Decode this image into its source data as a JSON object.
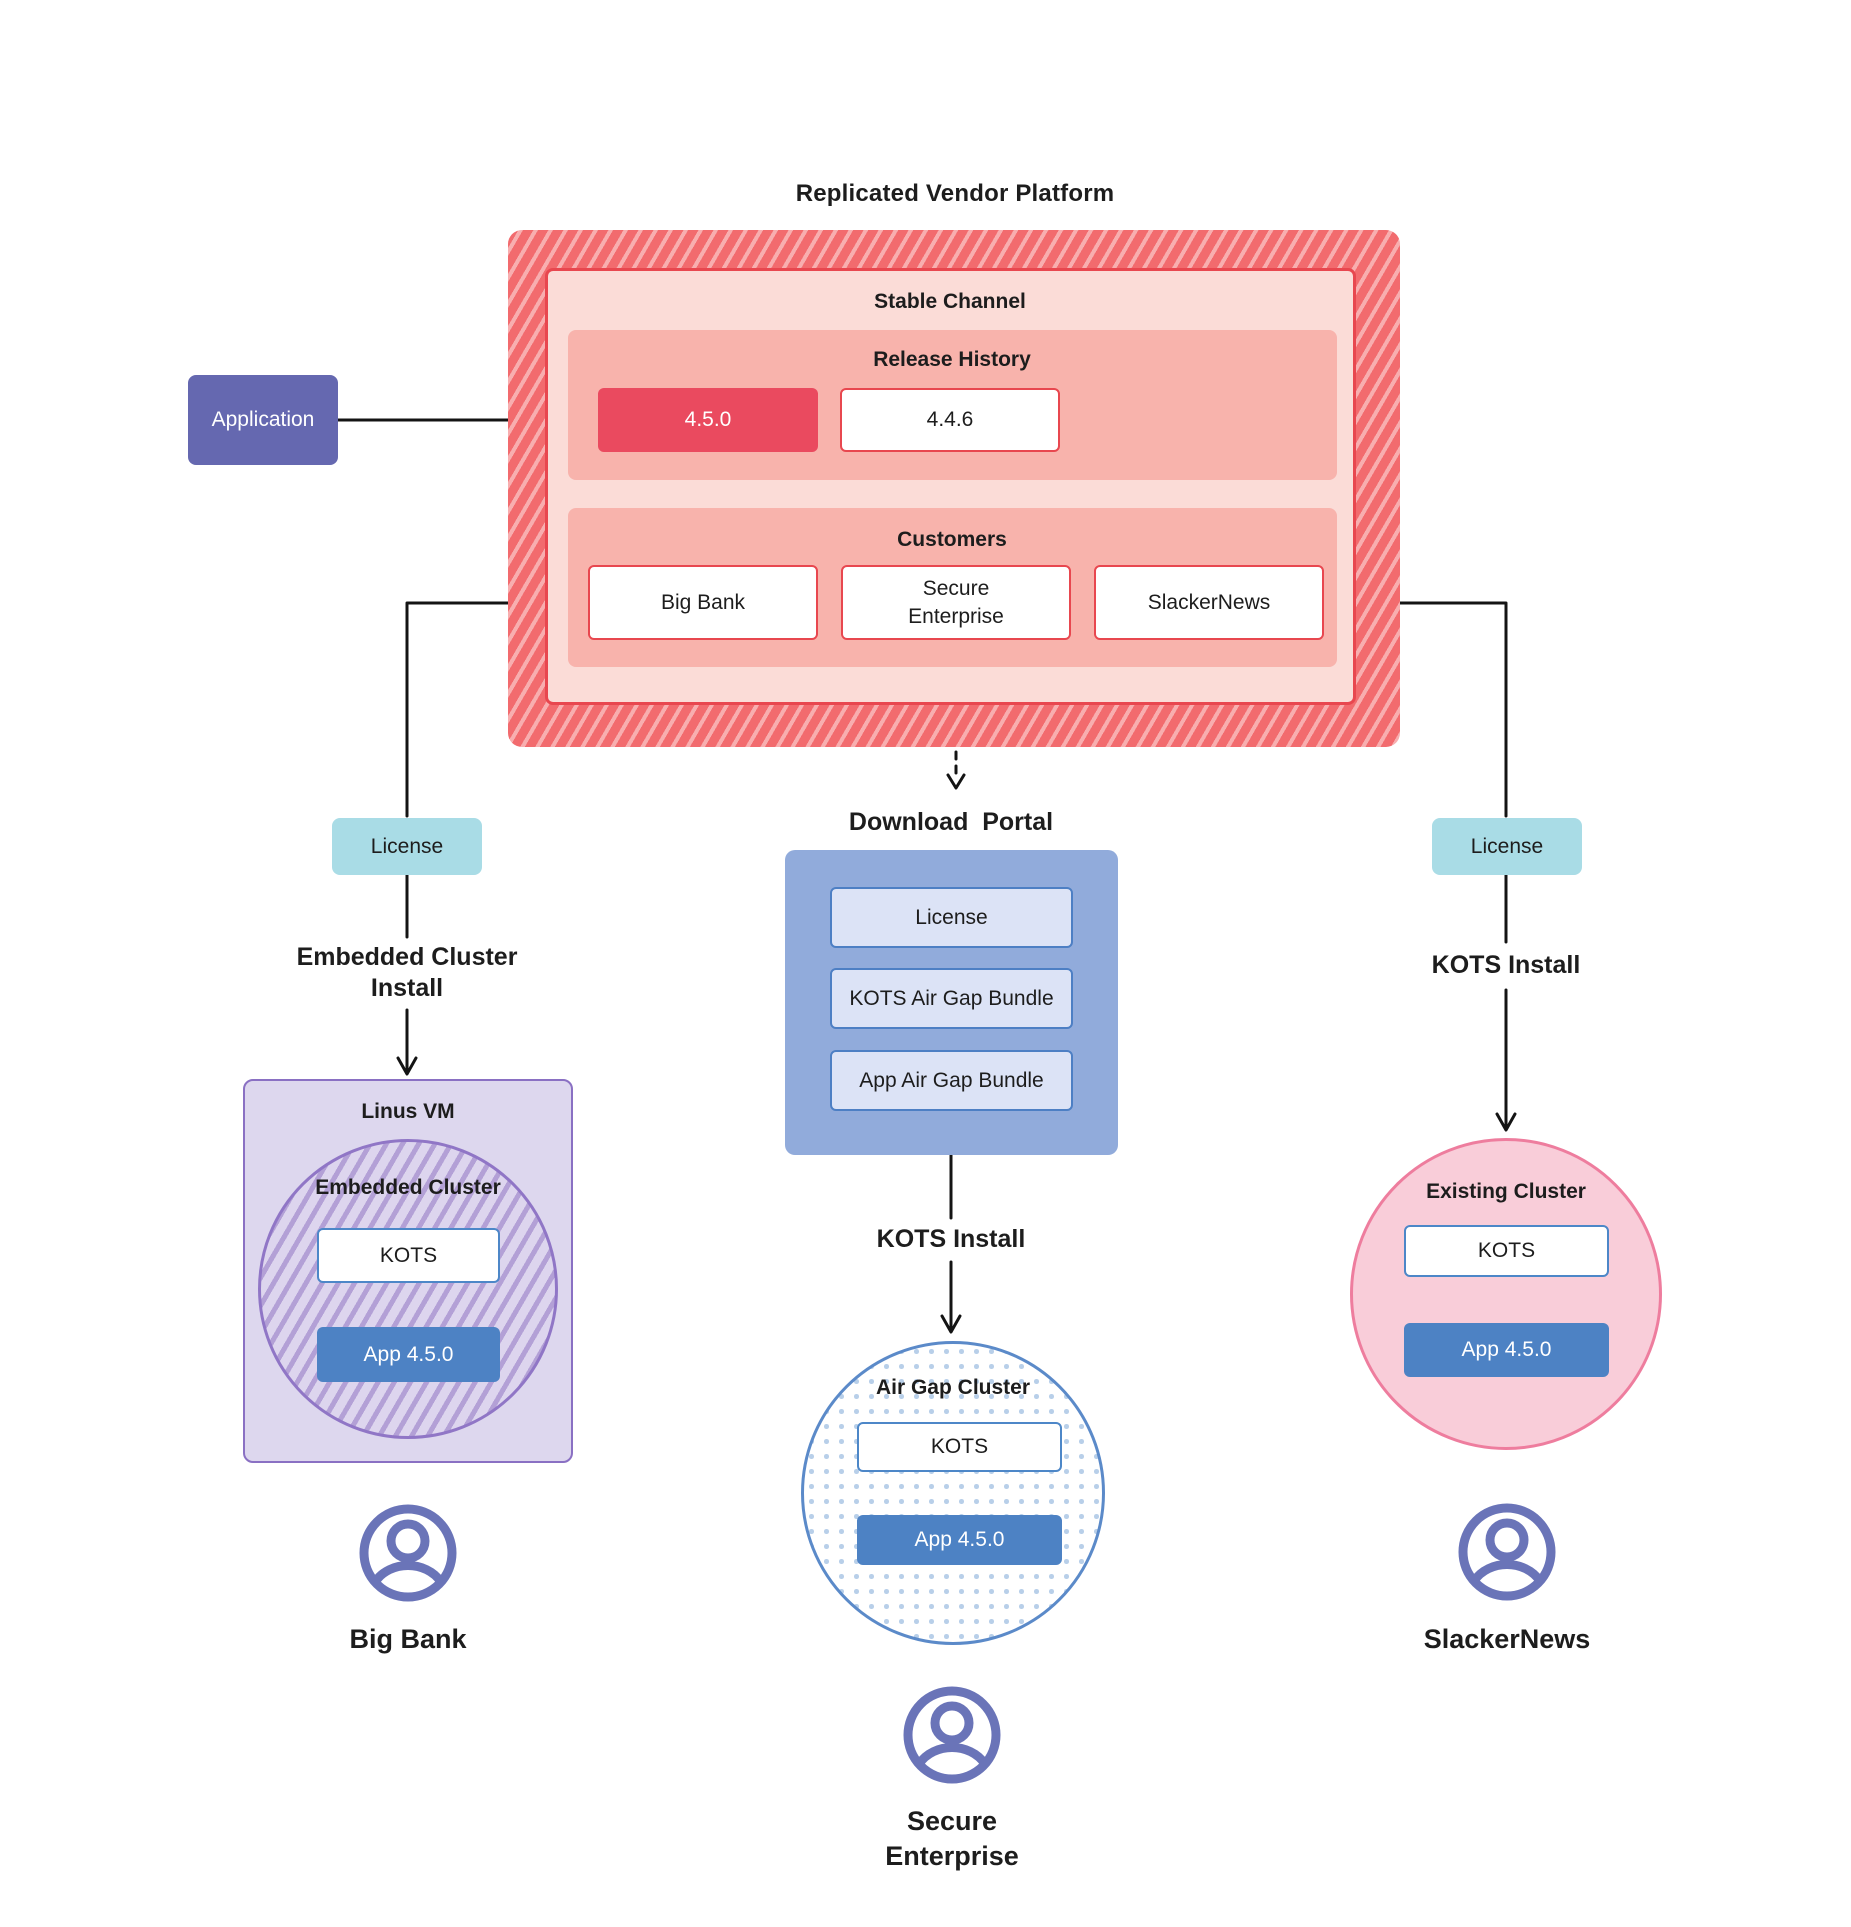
{
  "title": "Replicated Vendor Platform",
  "colors": {
    "platform_hatch_red": "#f26b6e",
    "stable_channel_bg": "#fbdcd7",
    "stable_channel_border": "#e8474f",
    "salmon_section_bg": "#f8b3ac",
    "release_highlight_bg": "#ea4a5f",
    "application_purple": "#6568b0",
    "license_cyan": "#a9dce6",
    "portal_blue": "#91abdb",
    "portal_item_bg": "#dce3f6",
    "app_node_blue": "#4d82c4",
    "linus_vm_purple": "#ddd7ee",
    "existing_cluster_pink": "#f9cdd9",
    "user_icon_indigo": "#6a74b8"
  },
  "platform": {
    "stable_channel_label": "Stable Channel",
    "release_history": {
      "label": "Release History",
      "releases": [
        {
          "version": "4.5.0",
          "highlighted": true
        },
        {
          "version": "4.4.6",
          "highlighted": false
        }
      ]
    },
    "customers": {
      "label": "Customers",
      "items": [
        {
          "name": "Big Bank"
        },
        {
          "name": "Secure Enterprise"
        },
        {
          "name": "SlackerNews"
        }
      ]
    }
  },
  "application": {
    "label": "Application"
  },
  "left_branch": {
    "license_label": "License",
    "install_label": "Embedded Cluster Install",
    "vm": {
      "title": "Linus VM",
      "cluster_title": "Embedded Cluster",
      "kots_label": "KOTS",
      "app_label": "App 4.5.0"
    },
    "user_label": "Big Bank",
    "user_icon": "user-icon"
  },
  "middle_branch": {
    "portal_title": "Download  Portal",
    "portal_items": [
      {
        "label": "License"
      },
      {
        "label": "KOTS Air Gap Bundle"
      },
      {
        "label": "App Air Gap Bundle"
      }
    ],
    "install_label": "KOTS Install",
    "cluster": {
      "title": "Air Gap Cluster",
      "kots_label": "KOTS",
      "app_label": "App 4.5.0"
    },
    "user_label": "Secure Enterprise",
    "user_icon": "user-icon"
  },
  "right_branch": {
    "license_label": "License",
    "install_label": "KOTS Install",
    "cluster": {
      "title": "Existing Cluster",
      "kots_label": "KOTS",
      "app_label": "App 4.5.0"
    },
    "user_label": "SlackerNews",
    "user_icon": "user-icon"
  }
}
